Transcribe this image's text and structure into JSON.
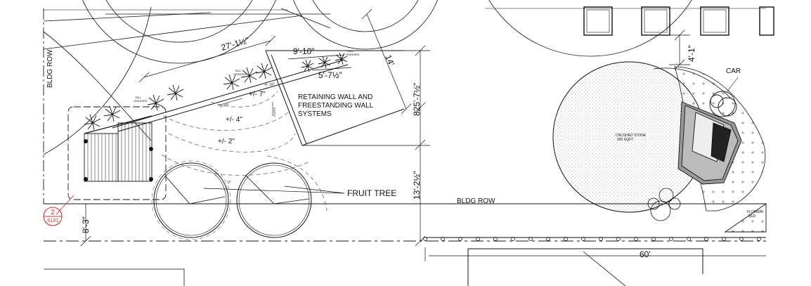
{
  "labels": {
    "bldg_row_left": "BLDG ROW",
    "bldg_row_bottom": "BLDG ROW",
    "retaining_wall": [
      "RETAINING WALL AND",
      "FREESTANDING WALL",
      "SYSTEMS"
    ],
    "fruit_tree": "FRUIT TREE",
    "car": "CAR",
    "crushed_stone": [
      "CRUSHED STONE",
      "300 SQFT"
    ],
    "flower_bed": [
      "FLOWER",
      "BED"
    ],
    "tall_grasses": [
      "TALL",
      "GRASSES"
    ],
    "slope": "SLOPE"
  },
  "dimensions": {
    "d27": "27'-1½\"",
    "d9": "9'-10\"",
    "d5": "5'-7½\"",
    "d14": "14'",
    "d825": "825'-7½\"",
    "d13": "13'-2½\"",
    "d8": "8'-3\"",
    "d4": "4'-1\"",
    "d60": "60'"
  },
  "elevations": {
    "e10": "+/- 10\"",
    "e7": "+/- 7\"",
    "e4": "+/- 4\"",
    "e2": "+/- 2\"",
    "e0": "0\""
  },
  "callout": {
    "number": "2",
    "sheet": "S101"
  }
}
